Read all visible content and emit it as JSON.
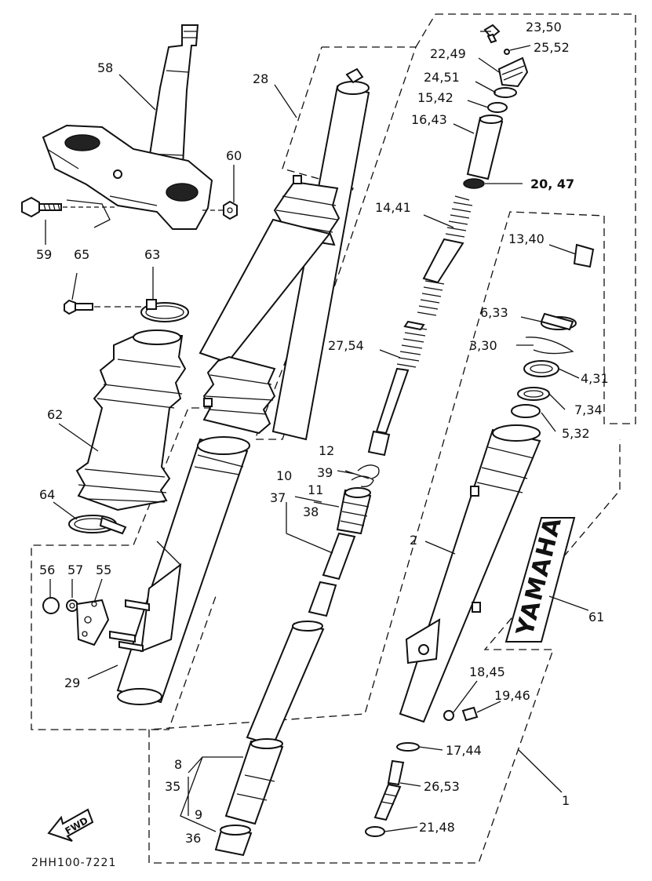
{
  "diagram": {
    "code": "2HH100-7221",
    "fwd_label": "FWD",
    "brand_decal": "YAMAHA",
    "callouts": [
      {
        "id": "c-23-50",
        "text": "23,50"
      },
      {
        "id": "c-25-52",
        "text": "25,52"
      },
      {
        "id": "c-22-49",
        "text": "22,49"
      },
      {
        "id": "c-24-51",
        "text": "24,51"
      },
      {
        "id": "c-15-42",
        "text": "15,42"
      },
      {
        "id": "c-16-43",
        "text": "16,43"
      },
      {
        "id": "c-20-47",
        "text": "20, 47"
      },
      {
        "id": "c-14-41",
        "text": "14,41"
      },
      {
        "id": "c-13-40",
        "text": "13,40"
      },
      {
        "id": "c-6-33",
        "text": "6,33"
      },
      {
        "id": "c-3-30",
        "text": "3,30"
      },
      {
        "id": "c-27-54",
        "text": "27,54"
      },
      {
        "id": "c-4-31",
        "text": "4,31"
      },
      {
        "id": "c-7-34",
        "text": "7,34"
      },
      {
        "id": "c-5-32",
        "text": "5,32"
      },
      {
        "id": "c-12",
        "text": "12"
      },
      {
        "id": "c-39",
        "text": "39"
      },
      {
        "id": "c-10",
        "text": "10"
      },
      {
        "id": "c-37",
        "text": "37"
      },
      {
        "id": "c-11",
        "text": "11"
      },
      {
        "id": "c-38",
        "text": "38"
      },
      {
        "id": "c-2",
        "text": "2"
      },
      {
        "id": "c-61",
        "text": "61"
      },
      {
        "id": "c-18-45",
        "text": "18,45"
      },
      {
        "id": "c-19-46",
        "text": "19,46"
      },
      {
        "id": "c-17-44",
        "text": "17,44"
      },
      {
        "id": "c-26-53",
        "text": "26,53"
      },
      {
        "id": "c-21-48",
        "text": "21,48"
      },
      {
        "id": "c-1",
        "text": "1"
      },
      {
        "id": "c-8",
        "text": "8"
      },
      {
        "id": "c-35",
        "text": "35"
      },
      {
        "id": "c-9",
        "text": "9"
      },
      {
        "id": "c-36",
        "text": "36"
      },
      {
        "id": "c-58",
        "text": "58"
      },
      {
        "id": "c-28",
        "text": "28"
      },
      {
        "id": "c-60",
        "text": "60"
      },
      {
        "id": "c-59",
        "text": "59"
      },
      {
        "id": "c-65",
        "text": "65"
      },
      {
        "id": "c-63",
        "text": "63"
      },
      {
        "id": "c-62",
        "text": "62"
      },
      {
        "id": "c-64",
        "text": "64"
      },
      {
        "id": "c-56",
        "text": "56"
      },
      {
        "id": "c-57",
        "text": "57"
      },
      {
        "id": "c-55",
        "text": "55"
      },
      {
        "id": "c-29",
        "text": "29"
      }
    ]
  }
}
